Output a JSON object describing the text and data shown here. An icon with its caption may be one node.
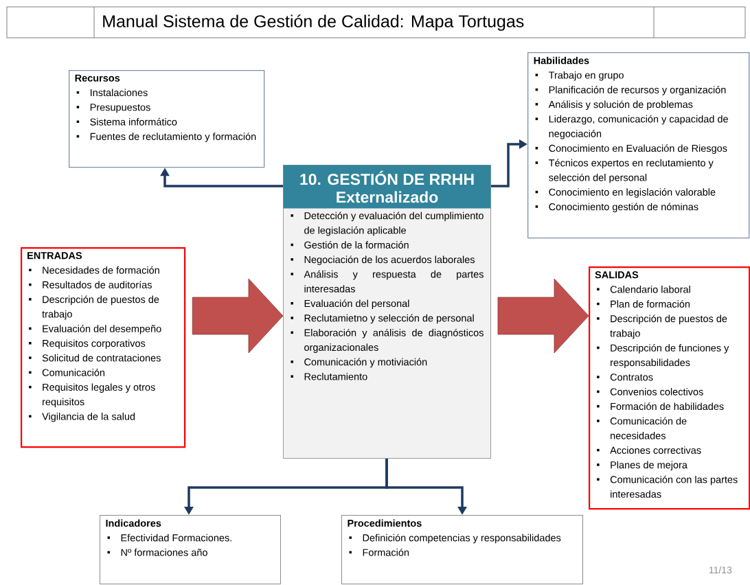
{
  "diagram": {
    "title": "Manual Sistema de Gestión de Calidad: Mapa Tortugas",
    "nodes": [
      {
        "text": [
          "Recursos",
          "Instalaciones",
          "Presupuestos",
          "Sistema informático",
          "Fuentes de reclutamiento y formación"
        ]
      },
      {
        "text": [
          "Habilidades",
          "Trabajo en grupo",
          "Planificación de recursos y organización",
          "Análisis y solución de problemas",
          "Liderazgo, comunicación y capacidad de negociación",
          "Conocimiento en Evaluación de Riesgos",
          "Técnicos expertos en reclutamiento y selección del personal",
          "Conocimiento en legislación valorable",
          "Conocimiento  gestión de nóminas"
        ]
      },
      {
        "text": [
          "10. GESTIÓN DE RRHH Externalizado",
          "Detección y evaluación del cumplimiento de legislación aplicable",
          "Gestión de la formación",
          "Negociación de los acuerdos laborales",
          "Análisis y respuesta de partes interesadas",
          "Evaluación del personal",
          "Reclutamietno y selección de personal",
          "Elaboración y análisis de diagnósticos organizacionales",
          "Comunicación y motiviación",
          "Reclutamiento"
        ]
      },
      {
        "text": [
          "ENTRADAS",
          "Necesidades de formación",
          "Resultados de auditorías",
          "Descripción de puestos de trabajo",
          "Evaluación del desempeño",
          "Requisitos corporativos",
          "Solicitud de contrataciones",
          "Comunicación",
          "Requisitos legales y otros requisitos",
          "Vigilancia de la salud"
        ]
      },
      {
        "text": [
          "SALIDAS",
          "Calendario laboral",
          "Plan de formación",
          "Descripción de puestos de trabajo",
          "Descripción de funciones y responsabilidades",
          "Contratos",
          "Convenios colectivos",
          "Formación de habilidades",
          "Comunicación de necesidades",
          "Acciones correctivas",
          "Planes de mejora",
          "Comunicación con las partes interesadas"
        ]
      },
      {
        "text": [
          "Indicadores",
          "Efectividad Formaciones.",
          "Nº formaciones año"
        ]
      },
      {
        "text": [
          "Procedimientos",
          "Definición competencias y responsabilidades",
          "Formación"
        ]
      }
    ],
    "edges": [
      {
        "from": 2,
        "to": 0,
        "arrow": "to"
      },
      {
        "from": 2,
        "to": 1,
        "arrow": "to"
      },
      {
        "from": 2,
        "to": 5,
        "arrow": "to"
      },
      {
        "from": 2,
        "to": 6,
        "arrow": "to"
      },
      {
        "from": 3,
        "to": 2,
        "arrow": "to",
        "style": "thick",
        "color": "#c0504d"
      },
      {
        "from": 2,
        "to": 4,
        "arrow": "to",
        "style": "thick",
        "color": "#c0504d"
      }
    ],
    "labels": [
      "11/13"
    ]
  }
}
